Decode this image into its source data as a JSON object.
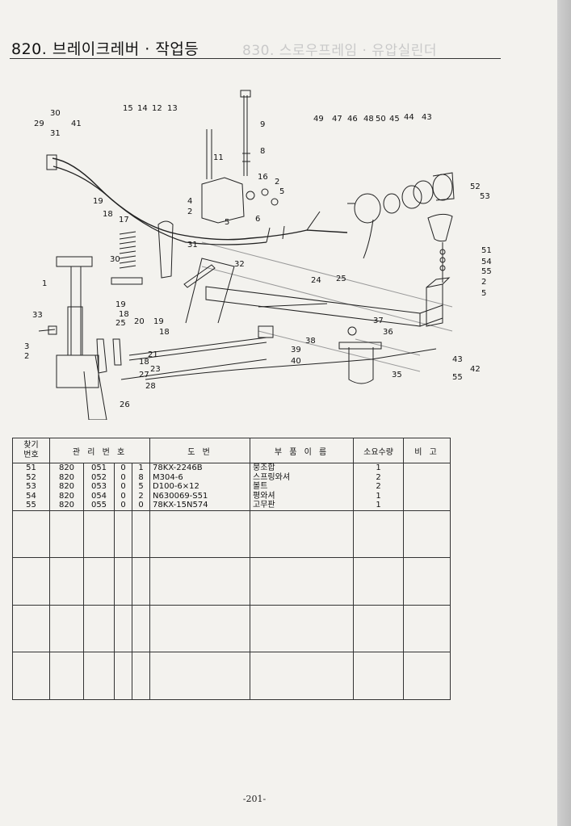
{
  "header": {
    "title": "820. 브레이크레버 · 작업등",
    "ghost_title": "830. 스로우프레임 · 유압실린더"
  },
  "diagram": {
    "callouts": [
      "30",
      "29",
      "31",
      "41",
      "15",
      "14",
      "12",
      "13",
      "9",
      "8",
      "11",
      "16",
      "2",
      "5",
      "4",
      "2",
      "5",
      "6",
      "19",
      "18",
      "17",
      "31",
      "30",
      "1",
      "33",
      "3",
      "2",
      "19",
      "18",
      "20",
      "19",
      "25",
      "18",
      "21",
      "18",
      "23",
      "27",
      "28",
      "26",
      "32",
      "24",
      "25",
      "38",
      "39",
      "40",
      "37",
      "36",
      "35",
      "49",
      "47",
      "46",
      "48",
      "50",
      "45",
      "44",
      "43",
      "52",
      "53",
      "51",
      "54",
      "55",
      "2",
      "5",
      "43",
      "42",
      "55"
    ]
  },
  "table": {
    "headers": {
      "no": "찾기\n번호",
      "mgmt": "관 리 번 호",
      "drawing": "도 번",
      "name": "부 품 이 름",
      "qty": "소요수량",
      "note": "비 고"
    },
    "rows": [
      {
        "no": "51",
        "a": "820",
        "b": "051",
        "c": "0",
        "d": "1",
        "drawing": "78KX-2246B",
        "name": "붕조합",
        "qty": "1",
        "note": ""
      },
      {
        "no": "52",
        "a": "820",
        "b": "052",
        "c": "0",
        "d": "8",
        "drawing": "M304-6",
        "name": "스프링와셔",
        "qty": "2",
        "note": ""
      },
      {
        "no": "53",
        "a": "820",
        "b": "053",
        "c": "0",
        "d": "5",
        "drawing": "D100-6×12",
        "name": "볼트",
        "qty": "2",
        "note": ""
      },
      {
        "no": "54",
        "a": "820",
        "b": "054",
        "c": "0",
        "d": "2",
        "drawing": "N630069-S51",
        "name": "평와셔",
        "qty": "1",
        "note": ""
      },
      {
        "no": "55",
        "a": "820",
        "b": "055",
        "c": "0",
        "d": "0",
        "drawing": "78KX-15N574",
        "name": "고무판",
        "qty": "1",
        "note": ""
      }
    ]
  },
  "footer": {
    "page": "-201-"
  }
}
